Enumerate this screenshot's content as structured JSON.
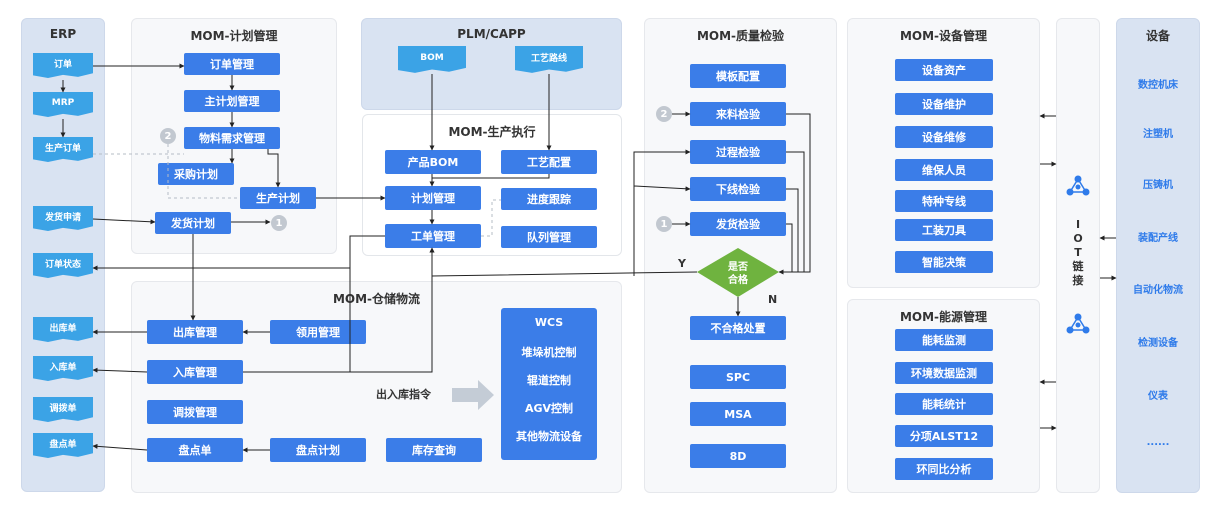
{
  "erp": {
    "title": "ERP",
    "docs": [
      "订单",
      "MRP",
      "生产订单",
      "发货申请",
      "订单状态",
      "出库单",
      "入库单",
      "调拨单",
      "盘点单"
    ]
  },
  "plan": {
    "title": "MOM-计划管理",
    "order_mgmt": "订单管理",
    "master_plan": "主计划管理",
    "material_req": "物料需求管理",
    "purchase_plan": "采购计划",
    "production_plan": "生产计划",
    "shipping_plan": "发货计划",
    "marker_2": "2",
    "marker_1": "1"
  },
  "plm": {
    "title": "PLM/CAPP",
    "bom": "BOM",
    "route": "工艺路线"
  },
  "exec": {
    "title": "MOM-生产执行",
    "product_bom": "产品BOM",
    "process_config": "工艺配置",
    "plan_mgmt": "计划管理",
    "progress": "进度跟踪",
    "work_order": "工单管理",
    "queue": "队列管理"
  },
  "warehouse": {
    "title": "MOM-仓储物流",
    "outbound": "出库管理",
    "requisition": "领用管理",
    "inbound": "入库管理",
    "transfer": "调拨管理",
    "inventory_sheet": "盘点单",
    "inventory_plan": "盘点计划",
    "stock_query": "库存查询",
    "instruction": "出入库指令",
    "wms": [
      "WCS",
      "堆垛机控制",
      "辊道控制",
      "AGV控制",
      "其他物流设备"
    ]
  },
  "quality": {
    "title": "MOM-质量检验",
    "template": "模板配置",
    "incoming": "来料检验",
    "process": "过程检验",
    "offline": "下线检验",
    "shipping": "发货检验",
    "decision_1": "是否",
    "decision_2": "合格",
    "yes": "Y",
    "no": "N",
    "nonconform": "不合格处置",
    "spc": "SPC",
    "msa": "MSA",
    "eightd": "8D",
    "marker_2": "2",
    "marker_1": "1"
  },
  "equipment": {
    "title": "MOM-设备管理",
    "items": [
      "设备资产",
      "设备维护",
      "设备维修",
      "维保人员",
      "特种专线",
      "工装刀具",
      "智能决策"
    ]
  },
  "energy": {
    "title": "MOM-能源管理",
    "items": [
      "能耗监测",
      "环境数据监测",
      "能耗统计",
      "分项ALST12",
      "环同比分析"
    ]
  },
  "iot": {
    "label": [
      "I",
      "O",
      "T",
      "链",
      "接"
    ]
  },
  "devices": {
    "title": "设备",
    "items": [
      "数控机床",
      "注塑机",
      "压铸机",
      "装配产线",
      "自动化物流",
      "检测设备",
      "仪表",
      "......"
    ]
  },
  "colors": {
    "box": "#3b7de8",
    "doc": "#3ba3e6",
    "diamond": "#6fb33f",
    "panel_blue": "#d9e3f2",
    "device_text": "#2f7bea"
  }
}
